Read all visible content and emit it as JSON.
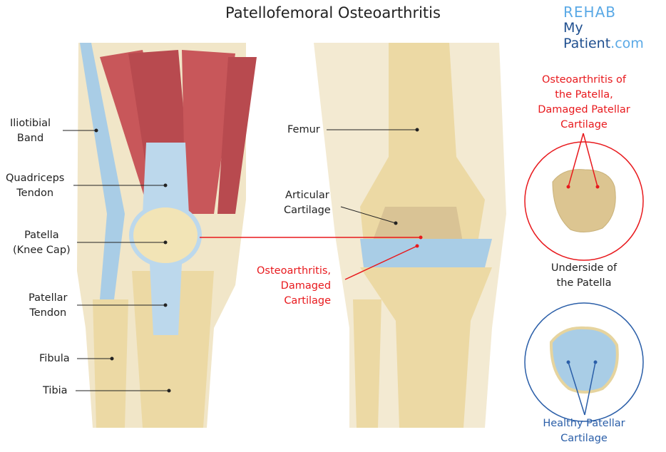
{
  "title": "Patellofemoral Osteoarthritis",
  "logo": {
    "line1": "REHAB",
    "line2_main": "My Patient",
    "line2_suffix": ".com"
  },
  "left_labels": {
    "itb": [
      "Iliotibial",
      "Band"
    ],
    "quad": [
      "Quadriceps",
      "Tendon"
    ],
    "patella": [
      "Patella",
      "(Knee Cap)"
    ],
    "pat_tendon": [
      "Patellar",
      "Tendon"
    ],
    "fibula": "Fibula",
    "tibia": "Tibia"
  },
  "middle_labels": {
    "femur": "Femur",
    "articular": [
      "Articular",
      "Cartilage"
    ],
    "oa": [
      "Osteoarthritis,",
      "Damaged",
      "Cartilage"
    ]
  },
  "right_labels": {
    "oa_patella": [
      "Osteoarthritis of",
      "the Patella,",
      "Damaged Patellar",
      "Cartilage"
    ],
    "underside": [
      "Underside of",
      "the Patella"
    ],
    "healthy": [
      "Healthy Patellar",
      "Cartilage"
    ]
  },
  "colors": {
    "red": "#e8191d",
    "blue": "#2a5ea8",
    "bone": "#ecd9a4",
    "muscle": "#c8575a",
    "cartilage": "#a9cde6"
  }
}
